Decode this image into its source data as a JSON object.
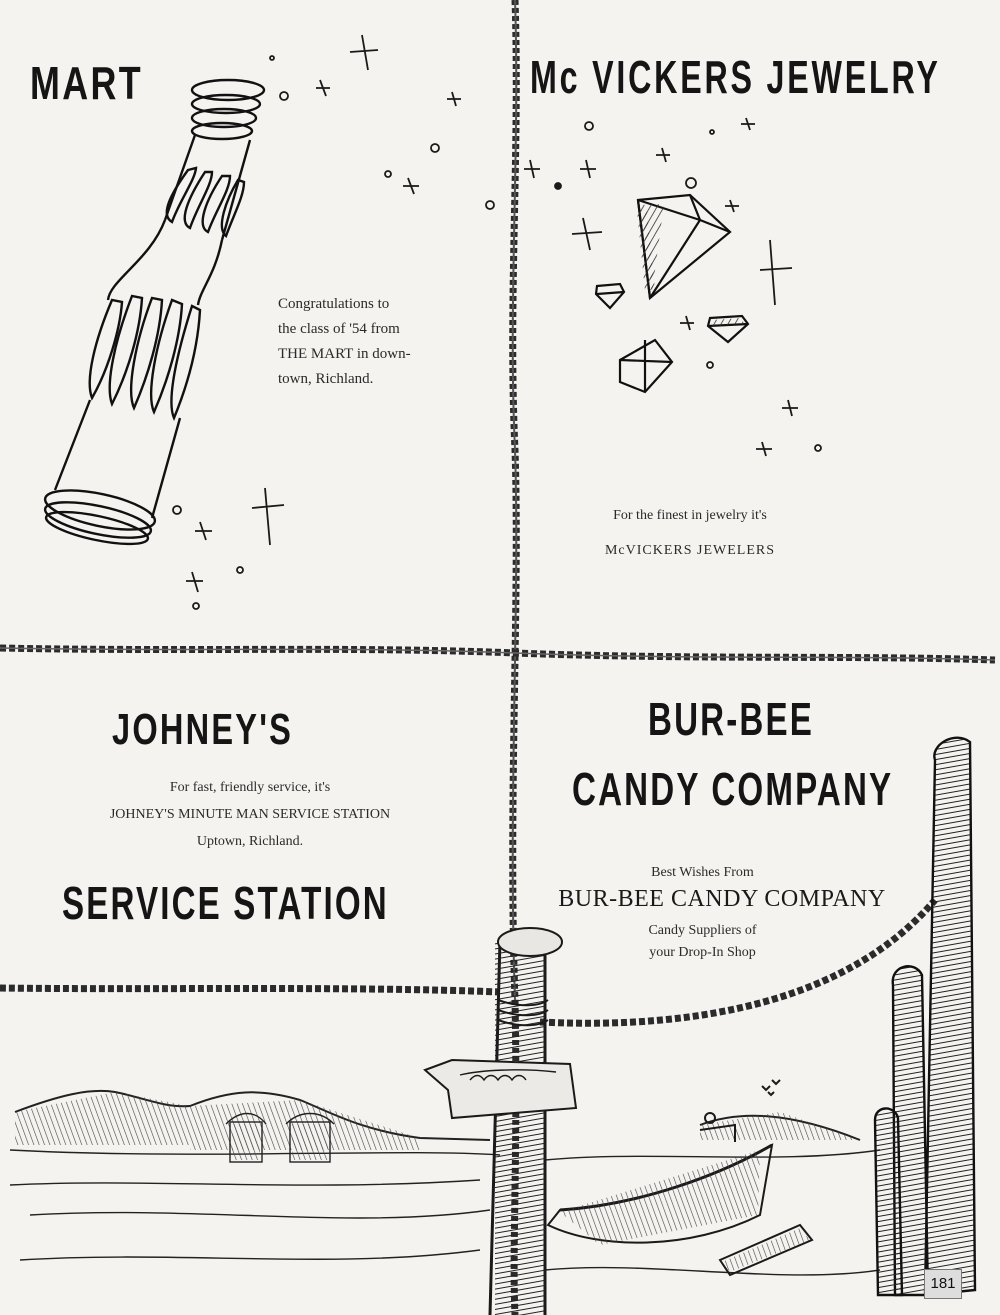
{
  "mart": {
    "title": "MART",
    "message_lines": [
      "Congratulations to",
      "the class of '54 from",
      "THE MART in down-",
      "town, Richland."
    ]
  },
  "mcvickers": {
    "title": "Mc VICKERS JEWELRY",
    "message_lines": [
      "For the finest in jewelry it's",
      "McVICKERS  JEWELERS"
    ]
  },
  "johneys": {
    "title": "JOHNEY'S",
    "message_lines": [
      "For fast, friendly service, it's",
      "JOHNEY'S MINUTE MAN SERVICE STATION",
      "Uptown, Richland."
    ],
    "subtitle": "SERVICE STATION"
  },
  "burbee": {
    "title_line1": "BUR-BEE",
    "title_line2": "CANDY COMPANY",
    "wishes": "Best Wishes From",
    "company": "BUR-BEE CANDY COMPANY",
    "supplier_lines": [
      "Candy Suppliers of",
      "your Drop-In Shop"
    ]
  },
  "page_number": "181",
  "illustration_icons": [
    "soda-bottle-icon",
    "diamond-icon",
    "desert-landscape-icon",
    "cactus-icon",
    "boat-icon",
    "signpost-icon",
    "rope-divider-icon",
    "sparkle-icon"
  ],
  "colors": {
    "ink": "#1a1a1a",
    "paper": "#f4f3f0"
  }
}
